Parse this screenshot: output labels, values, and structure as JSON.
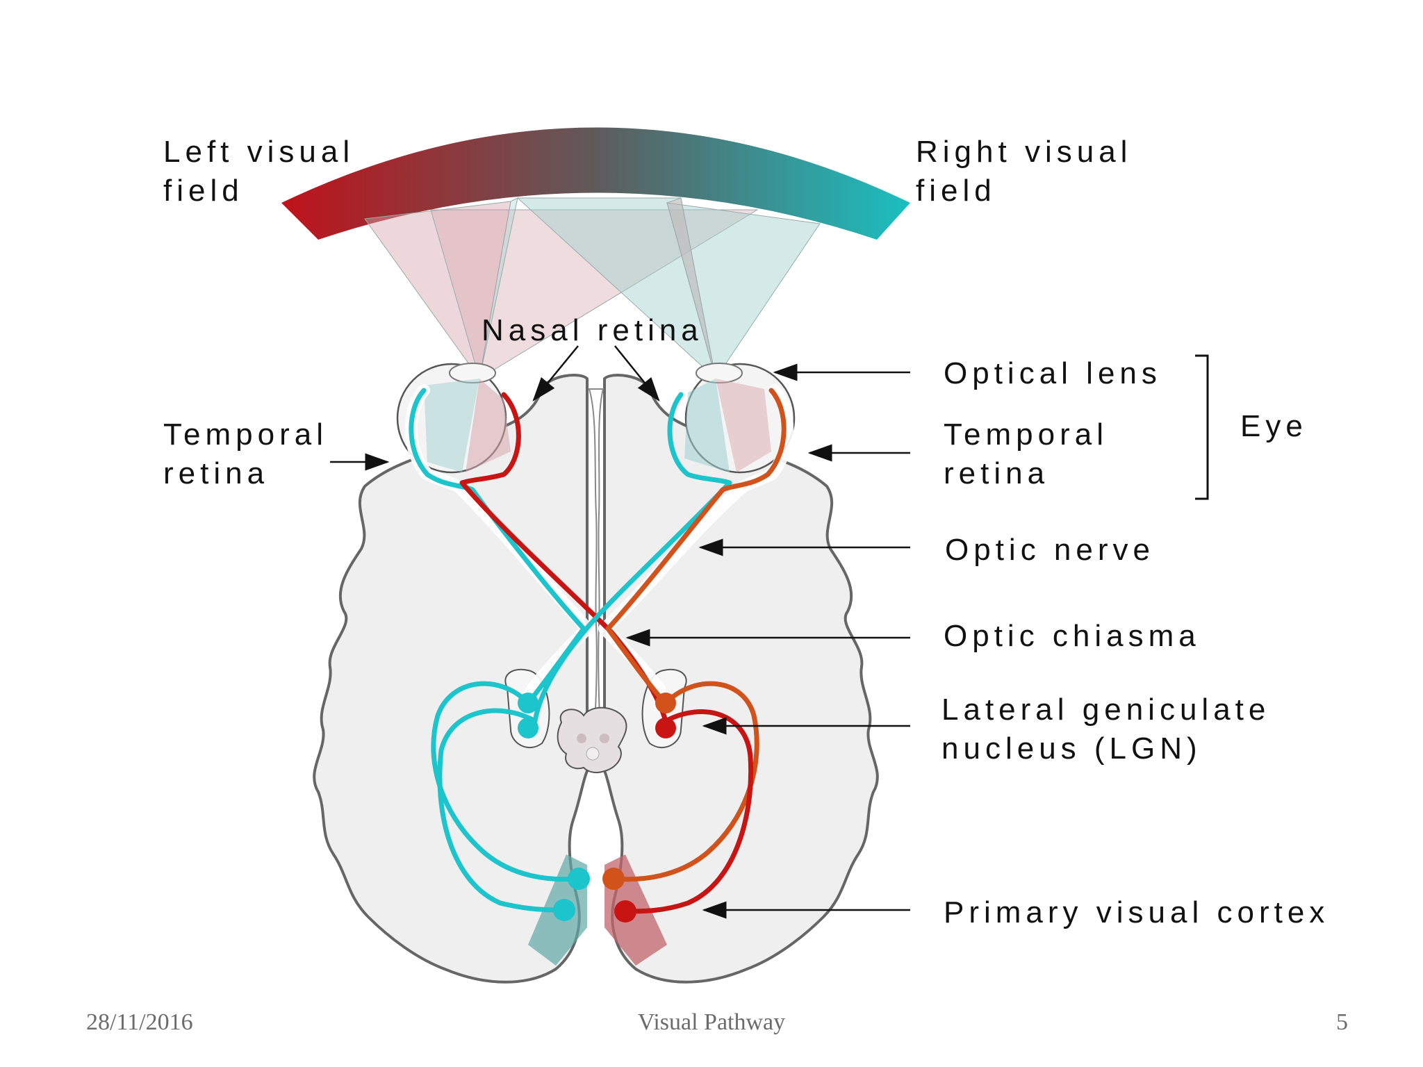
{
  "labels": {
    "left_visual_field": [
      "Left visual",
      "field"
    ],
    "right_visual_field": [
      "Right visual",
      "field"
    ],
    "nasal_retina": "Nasal retina",
    "temporal_retina_left": [
      "Temporal",
      "retina"
    ],
    "optical_lens": "Optical lens",
    "temporal_retina_right": [
      "Temporal",
      "retina"
    ],
    "eye": "Eye",
    "optic_nerve": "Optic nerve",
    "optic_chiasma": "Optic chiasma",
    "lgn": [
      "Lateral geniculate",
      "nucleus (LGN)"
    ],
    "primary_visual_cortex": "Primary visual cortex"
  },
  "footer": {
    "date": "28/11/2016",
    "title": "Visual Pathway",
    "page": "5"
  },
  "colors": {
    "left_field": "#c0121a",
    "right_field": "#1bbfc0",
    "left_pathway_red": "#c91414",
    "left_pathway_orange": "#d2521c",
    "right_pathway_cyan": "#1cc4cc",
    "brain_fill": "#efefef",
    "brain_outline": "#666666"
  }
}
